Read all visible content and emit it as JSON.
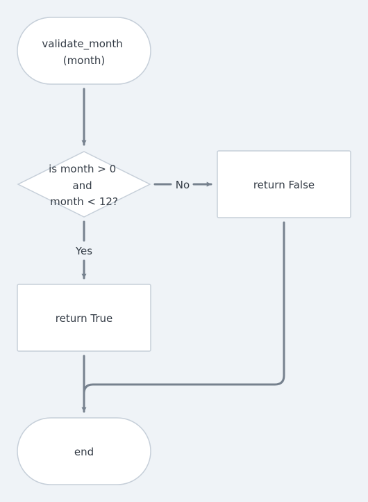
{
  "diagram": {
    "type": "flowchart",
    "nodes": {
      "start": {
        "shape": "terminal",
        "lines": [
          "validate_month",
          "(month)"
        ]
      },
      "decision": {
        "shape": "decision",
        "lines": [
          "is month > 0",
          "and",
          "month < 12?"
        ]
      },
      "return_false": {
        "shape": "process",
        "label": "return False"
      },
      "return_true": {
        "shape": "process",
        "label": "return True"
      },
      "end": {
        "shape": "terminal",
        "label": "end"
      }
    },
    "edges": {
      "no_label": "No",
      "yes_label": "Yes"
    }
  },
  "colors": {
    "background": "#eff3f7",
    "node_fill": "#ffffff",
    "node_stroke": "#c6cfd9",
    "edge": "#76818e",
    "text": "#333b45"
  }
}
